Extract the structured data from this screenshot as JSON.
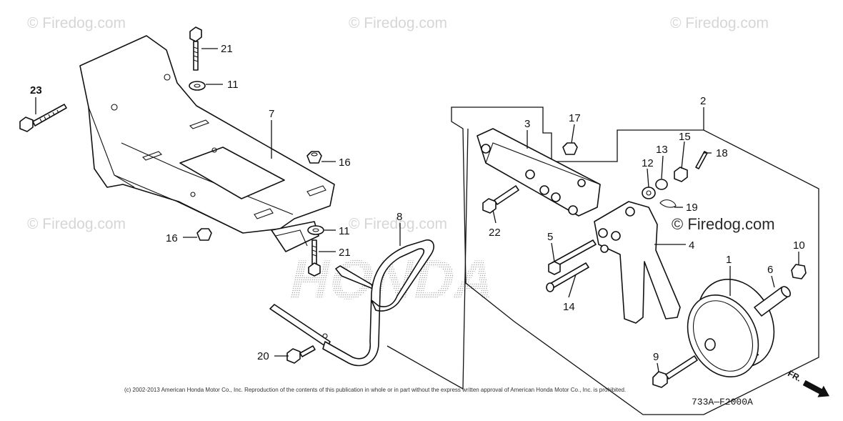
{
  "watermarks": {
    "text": "© Firedog.com",
    "highlight_text": "© Firedog.com"
  },
  "callouts": [
    "1",
    "2",
    "3",
    "4",
    "5",
    "6",
    "7",
    "8",
    "9",
    "10",
    "11",
    "11",
    "12",
    "13",
    "14",
    "15",
    "16",
    "16",
    "17",
    "18",
    "19",
    "20",
    "21",
    "21",
    "22",
    "23"
  ],
  "background_logo": "HONDA",
  "copyright": "(c) 2002-2013 American Honda Motor Co., Inc. Reproduction of the contents of this publication in whole or in part without the express written approval of American Honda Motor Co., Inc. is prohibited.",
  "diagram_code": "733A—F2000A",
  "front_indicator": "FR.",
  "colors": {
    "line": "#111111",
    "watermark": "#d6d6d6",
    "background": "#ffffff"
  }
}
